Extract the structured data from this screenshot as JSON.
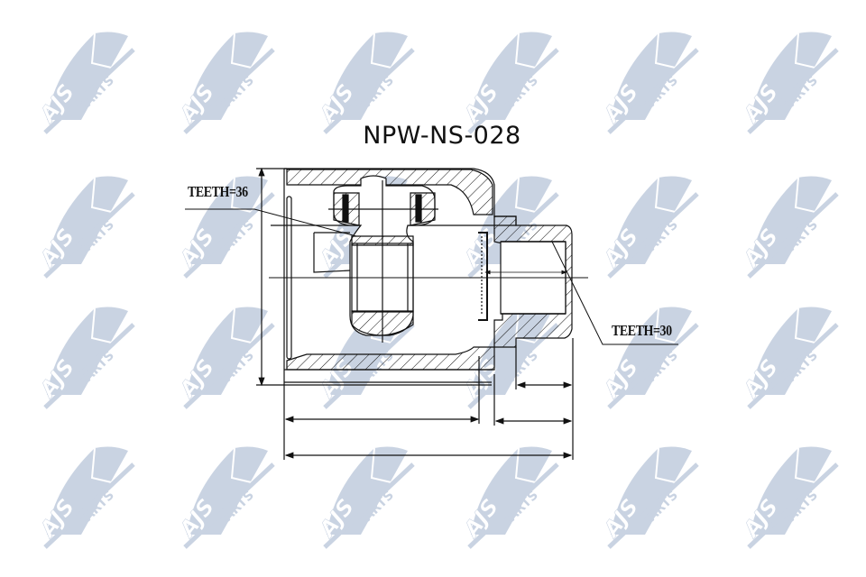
{
  "drawing": {
    "part_number": "NPW-NS-028",
    "labels": {
      "inner_teeth": "TEETH=36",
      "outer_teeth": "TEETH=30"
    },
    "watermark": {
      "text_left": "AJS",
      "text_right": "PARTS",
      "color": "#c9d3e2",
      "columns": 6,
      "rows": 4
    },
    "line_color": "#111111",
    "background": "#ffffff"
  }
}
